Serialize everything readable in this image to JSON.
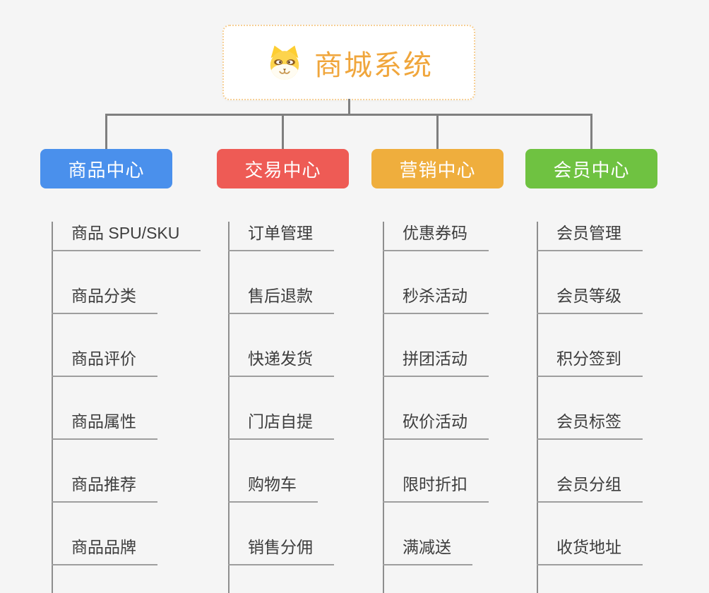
{
  "page": {
    "background_color": "#f5f5f5"
  },
  "root": {
    "title": "商城系统",
    "icon": "dog-face-icon",
    "text_color": "#f0a63c",
    "border_color": "#f6cf95"
  },
  "connector_color": "#7f7f7f",
  "branches": [
    {
      "label": "商品中心",
      "color": "#4a90ec",
      "items": [
        "商品 SPU/SKU",
        "商品分类",
        "商品评价",
        "商品属性",
        "商品推荐",
        "商品品牌"
      ]
    },
    {
      "label": "交易中心",
      "color": "#ee5b55",
      "items": [
        "订单管理",
        "售后退款",
        "快递发货",
        "门店自提",
        "购物车",
        "销售分佣"
      ]
    },
    {
      "label": "营销中心",
      "color": "#efae3d",
      "items": [
        "优惠券码",
        "秒杀活动",
        "拼团活动",
        "砍价活动",
        "限时折扣",
        "满减送"
      ]
    },
    {
      "label": "会员中心",
      "color": "#6fc241",
      "items": [
        "会员管理",
        "会员等级",
        "积分签到",
        "会员标签",
        "会员分组",
        "收货地址"
      ]
    }
  ]
}
